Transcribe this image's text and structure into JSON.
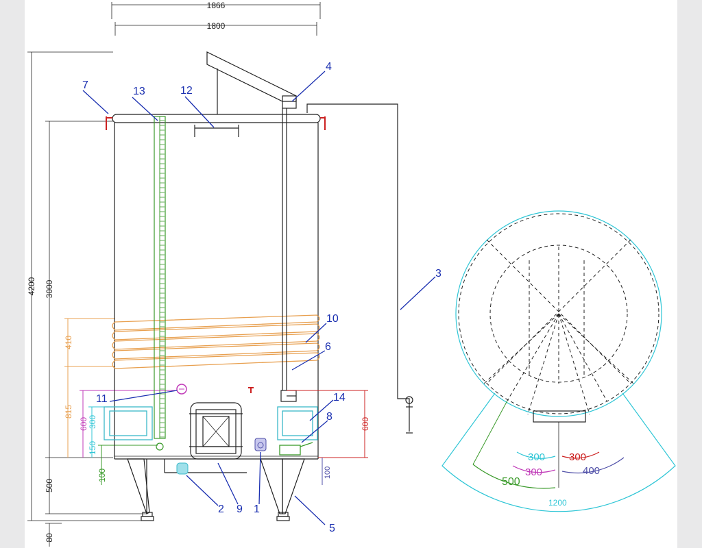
{
  "dimensions": {
    "overall_width": "1866",
    "body_width": "1800",
    "total_height": "4200",
    "body_height": "3000",
    "leg_height": "500",
    "foot_height": "80",
    "jacket_height": "410",
    "jacket_offset": "815",
    "manway_height": "600",
    "door_height": "300",
    "level_150": "150",
    "level_100_left": "100",
    "level_100_right": "100",
    "right_600": "600"
  },
  "callouts": [
    "1",
    "2",
    "3",
    "4",
    "5",
    "6",
    "7",
    "8",
    "9",
    "10",
    "11",
    "12",
    "13",
    "14"
  ],
  "plan_view": {
    "dim_300_cyan": "300",
    "dim_300_red": "300",
    "dim_300_magenta": "300",
    "dim_400": "400",
    "dim_500": "500",
    "dim_1200": "1200"
  },
  "colors": {
    "callout": "#1a2fb0",
    "jacket": "#e8a050",
    "dim_magenta": "#c03ab8",
    "dim_cyan": "#2fc6d6",
    "dim_green": "#3a9a2a",
    "dim_red": "#cc2020",
    "dim_purple": "#5050a8",
    "door_teal": "#3ab8c8"
  }
}
